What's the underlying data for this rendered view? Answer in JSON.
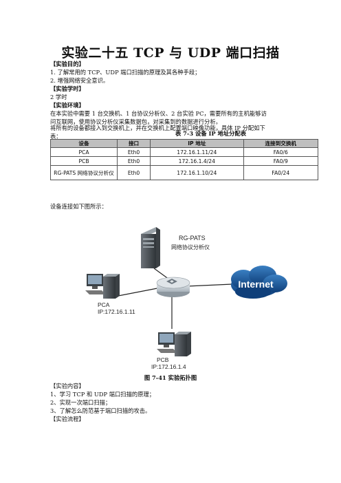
{
  "title": "实验二十五  TCP 与 UDP 端口扫描",
  "sections": {
    "purpose_heading": "【实验目的】",
    "purpose_1": "1. 了解常用的 TCP、UDP 端口扫描的原理及其各种手段；",
    "purpose_2": "2. 增强网络安全意识。",
    "hours_heading": "【实验学时】",
    "hours_value": "2 学时",
    "env_heading": "【实验环境】",
    "env_1": "在本实验中需要 1 台交换机、1 台协议分析仪、2 台实验 PC，需要所有的主机能够访",
    "env_2": "问互联网，使用协议分析仪采集数据包，对采集到的数据进行分析。",
    "env_3": "将所有的设备都接入到交换机上，并在交换机上配置端口映像功能，具体 IP 分配如下",
    "env_4": "表："
  },
  "table": {
    "caption": "表 7-3  设备 IP 地址分配表",
    "headers": [
      "设备",
      "接口",
      "IP 地址",
      "连接到交换机"
    ],
    "rows": [
      [
        "PCA",
        "Eth0",
        "172.16.1.11/24",
        "FA0/6"
      ],
      [
        "PCB",
        "Eth0",
        "172.16.1.4/24",
        "FA0/9"
      ],
      [
        "RG-PATS 网络协议分析仪",
        "Eth0",
        "172.16.1.10/24",
        "FA0/24"
      ]
    ]
  },
  "diagram": {
    "intro": "设备连接如下图所示：",
    "analyzer_name": "RG-PATS",
    "analyzer_desc": "网络协议分析仪",
    "internet_label": "Internet",
    "pca_name": "PCA",
    "pca_ip": "IP:172.16.1.11",
    "pcb_name": "PCB",
    "pcb_ip": "IP:172.16.1.4",
    "caption": "图 7-41  实验拓扑图"
  },
  "content": {
    "heading": "【实验内容】",
    "item_1": "1、学习 TCP 和 UDP 端口扫描的原理；",
    "item_2": "2、实现一次端口扫描；",
    "item_3": "3、了解怎么防范基于端口扫描的攻击。",
    "flow_heading": "【实验流程】"
  }
}
